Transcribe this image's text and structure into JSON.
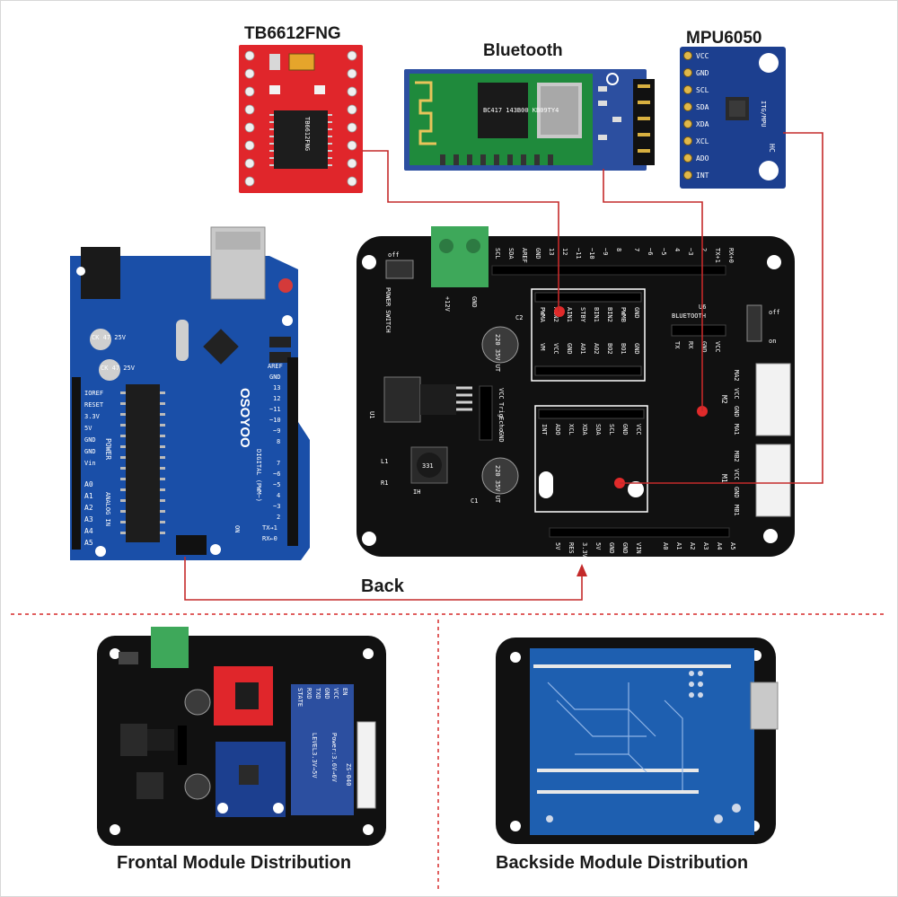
{
  "labels": {
    "tb6612": "TB6612FNG",
    "bluetooth": "Bluetooth",
    "mpu6050": "MPU6050",
    "back": "Back",
    "frontal": "Frontal Module Distribution",
    "backside": "Backside Module Distribution"
  },
  "silkscreen": {
    "tb6612_chip": "TB6612FNG",
    "bt_chip": "BC417 143B00 KB09TY4",
    "mpu_pins": [
      "VCC",
      "GND",
      "SCL",
      "SDA",
      "XDA",
      "XCL",
      "ADO",
      "INT"
    ],
    "mpu_board": "ITG/MPU",
    "mpu_hc": "HC",
    "uno_brand": "OSOYOO",
    "uno_power_pins": [
      "IOREF",
      "RESET",
      "3.3V",
      "5V",
      "GND",
      "GND",
      "Vin"
    ],
    "uno_analog_pins": [
      "A0",
      "A1",
      "A2",
      "A3",
      "A4",
      "A5"
    ],
    "uno_digital_pins": [
      "AREF",
      "GND",
      "13",
      "12",
      "~11",
      "~10",
      "~9",
      "8",
      "7",
      "~6",
      "~5",
      "4",
      "~3",
      "2",
      "TX→1",
      "RX←0"
    ],
    "uno_power_label": "POWER",
    "uno_analog_label": "ANALOG IN",
    "uno_digital_label": "DIGITAL (PWM~)",
    "uno_on": "ON",
    "uno_caps": [
      "CK 47 25V",
      "CK 47 25V"
    ],
    "shield_top_pins": [
      "SCL",
      "SDA",
      "AREF",
      "GND",
      "13",
      "12",
      "~11",
      "~10",
      "~9",
      "8",
      "7",
      "~6",
      "~5",
      "4",
      "~3",
      "2",
      "TX+1",
      "RX+0"
    ],
    "shield_bottom_pins": [
      "5V",
      "RES",
      "3.3V",
      "5V",
      "GND",
      "GND",
      "VIN",
      "A0",
      "A1",
      "A2",
      "A3",
      "A4",
      "A5"
    ],
    "tb_header_pins": [
      "PWMA",
      "AIN2",
      "AIN1",
      "STBY",
      "BIN1",
      "BIN2",
      "PWMB",
      "GND"
    ],
    "tb_header_pins2": [
      "VM",
      "VCC",
      "GND",
      "AO1",
      "AO2",
      "BO2",
      "BO1",
      "GND"
    ],
    "mpu_header_pins": [
      "INT",
      "ADO",
      "XCL",
      "XDA",
      "SDA",
      "SCL",
      "GND",
      "VCC"
    ],
    "sonar_pins": [
      "VCC",
      "Trig",
      "Echo",
      "GND"
    ],
    "bt_header": [
      "TX",
      "RX",
      "GND",
      "VCC"
    ],
    "bt_label": "BLUETOOTH",
    "u6": "U6",
    "power_switch": "POWER SWITCH",
    "off": "off",
    "on": "on",
    "v12": "+12V",
    "gnd": "GND",
    "c2": "C2",
    "c1": "C1",
    "u1": "U1",
    "l1": "L1",
    "r1": "R1",
    "ih": "IH",
    "cap_top": "220 35V UT",
    "cap_bot": "220 35V UT",
    "inductor": "331",
    "m1": "M1",
    "m2": "M2",
    "motor_pins": [
      "MA2",
      "VCC",
      "GND",
      "MA1"
    ],
    "motor_pins2": [
      "MB2",
      "VCC",
      "GND",
      "MB1"
    ],
    "level_shifter": "LEVEL3.3V→5V",
    "level_power": "Power:3.6V→6V",
    "bt_module_pins": [
      "STATE",
      "RXD",
      "TXD",
      "GND",
      "VCC",
      "EN"
    ],
    "hc05": "ZS-040"
  },
  "colors": {
    "shield": "#111111",
    "uno_blue": "#1a4fa8",
    "tb_red": "#e0262b",
    "bt_green": "#1f8a3c",
    "bt_blue": "#2c4fa0",
    "mpu_blue": "#1c3f8f",
    "connector": "#c42a2a",
    "separator": "#d62a2a",
    "terminal_green": "#3ea85a"
  }
}
